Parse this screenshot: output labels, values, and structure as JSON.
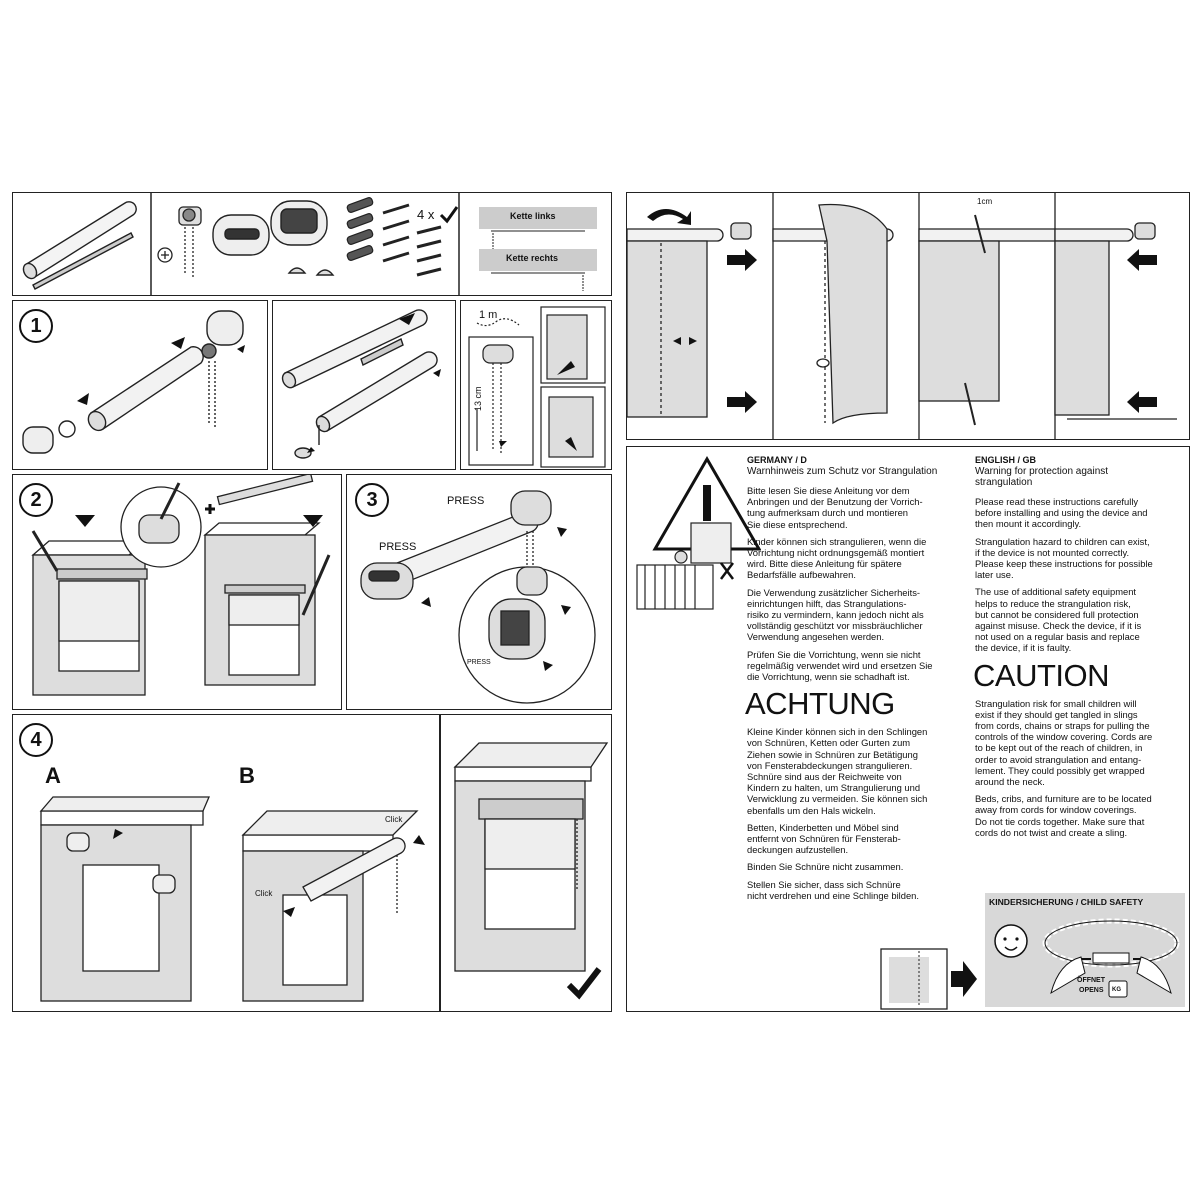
{
  "parts": {
    "quantity_label": "4 x",
    "chain_left_label": "Kette links",
    "chain_right_label": "Kette rechts"
  },
  "steps": {
    "step1": "1",
    "step2": "2",
    "step3": "3",
    "step4": "4",
    "chain_length": "1 m",
    "chain_height": "13 cm",
    "press_label": "PRESS",
    "option_a": "A",
    "option_b": "B",
    "click_label": "Click"
  },
  "trim": {
    "width_label": "1cm"
  },
  "german": {
    "header": "GERMANY / D",
    "subtitle": "Warnhinweis zum Schutz vor Strangulation",
    "paragraphs": [
      "Bitte lesen Sie diese Anleitung vor dem\nAnbringen und der Benutzung der Vorrich-\ntung aufmerksam durch und montieren\nSie diese entsprechend.",
      "Kinder können sich strangulieren, wenn die\nVorrichtung nicht ordnungsgemäß montiert\nwird. Bitte diese Anleitung für spätere\nBedarfsfälle aufbewahren.",
      "Die Verwendung zusätzlicher Sicherheits-\neinrichtungen hilft, das Strangulations-\nrisiko zu vermindern, kann jedoch nicht als\nvollständig geschützt vor missbräuchlicher\nVerwendung angesehen werden.",
      "Prüfen Sie die Vorrichtung, wenn sie nicht\nregelmäßig verwendet wird und ersetzen Sie\ndie Vorrichtung, wenn sie schadhaft ist."
    ],
    "caution_title": "ACHTUNG",
    "caution_paragraphs": [
      "Kleine Kinder können sich in den Schlingen\nvon Schnüren, Ketten oder Gurten zum\nZiehen sowie in Schnüren zur Betätigung\nvon Fensterabdeckungen strangulieren.\nSchnüre sind aus der Reichweite von\nKindern zu halten, um Strangulierung und\nVerwicklung zu vermeiden. Sie können sich\nebenfalls um den Hals wickeln.",
      "Betten, Kinderbetten und Möbel sind\nentfernt von Schnüren für Fensterab-\ndeckungen aufzustellen.",
      "Binden Sie Schnüre nicht zusammen.",
      "Stellen Sie sicher, dass sich Schnüre\nnicht verdrehen und eine Schlinge bilden."
    ]
  },
  "english": {
    "header": "ENGLISH / GB",
    "subtitle": "Warning for protection against\nstrangulation",
    "paragraphs": [
      "Please read these instructions carefully\nbefore installing and using the device and\nthen mount it accordingly.",
      "Strangulation hazard to children can exist,\nif the device is not mounted correctly.\nPlease keep these instructions for possible\nlater use.",
      "The use of additional safety equipment\nhelps to reduce the strangulation risk,\nbut cannot be considered full protection\nagainst misuse. Check the device, if it is\nnot used on a regular basis and replace\nthe device, if it is faulty."
    ],
    "caution_title": "CAUTION",
    "caution_paragraphs": [
      "Strangulation risk for small children will\nexist if they should get tangled in slings\nfrom cords, chains or straps for pulling the\ncontrols of the window covering. Cords are\nto be kept out of the reach of children, in\norder to avoid strangulation and entang-\nlement. They could possibly get wrapped\naround the neck.",
      "Beds, cribs, and furniture are to be located\naway from cords for window coverings.\nDo not tie cords together. Make sure that\ncords do not twist and create a sling."
    ]
  },
  "child_safety": {
    "title": "KINDERSICHERUNG / CHILD SAFETY",
    "opens_de": "ÖFFNET",
    "opens_en": "OPENS",
    "weight": "KG"
  }
}
